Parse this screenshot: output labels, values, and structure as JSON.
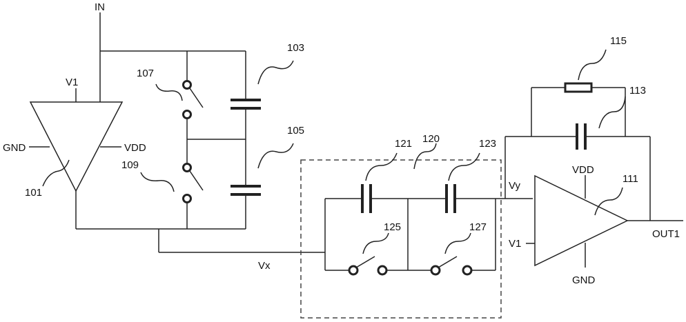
{
  "labels": {
    "in": "IN",
    "v1_top": "V1",
    "gnd_left": "GND",
    "vdd_left": "VDD",
    "ref_101": "101",
    "ref_103": "103",
    "ref_105": "105",
    "ref_107": "107",
    "ref_109": "109",
    "vx": "Vx",
    "ref_121": "121",
    "ref_120": "120",
    "ref_123": "123",
    "ref_125": "125",
    "ref_127": "127",
    "vy": "Vy",
    "ref_115": "115",
    "ref_113": "113",
    "vdd_right": "VDD",
    "ref_111": "111",
    "v1_right": "V1",
    "gnd_right": "GND",
    "out1": "OUT1"
  }
}
